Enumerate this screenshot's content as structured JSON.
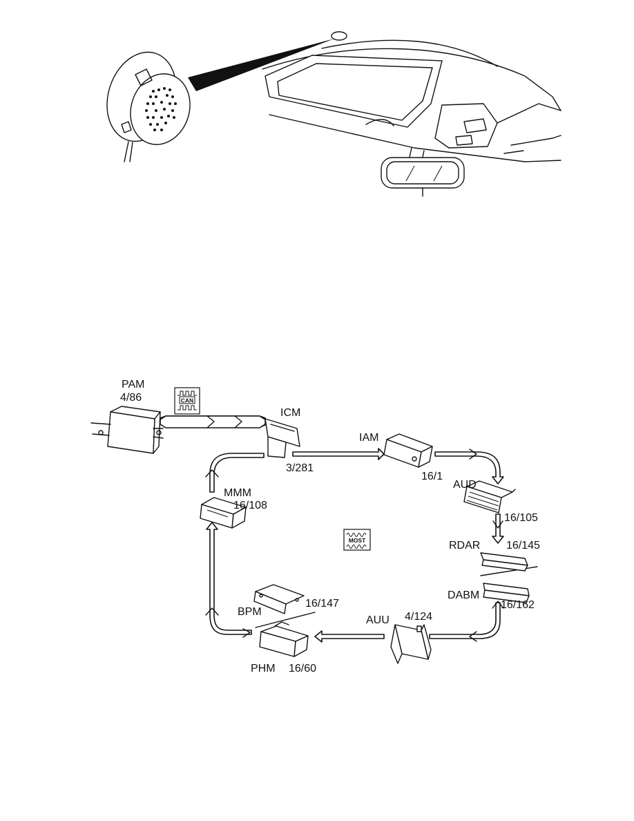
{
  "figure_top": {
    "description_icon": "microphone-icon"
  },
  "figure_bottom": {
    "can_symbol": {
      "text": "CAN"
    },
    "most_symbol": {
      "text": "MOST"
    },
    "modules": {
      "pam": {
        "name": "PAM",
        "code": "4/86"
      },
      "icm": {
        "name": "ICM",
        "code": "3/281"
      },
      "iam": {
        "name": "IAM",
        "code": "16/1"
      },
      "aud": {
        "name": "AUD",
        "code": "16/105"
      },
      "rdar": {
        "name": "RDAR",
        "code": "16/145"
      },
      "dabm": {
        "name": "DABM",
        "code": "16/162"
      },
      "auu": {
        "name": "AUU",
        "code": "4/124"
      },
      "phm": {
        "name": "PHM",
        "code": "16/60"
      },
      "bpm": {
        "name": "BPM",
        "code": "16/147"
      },
      "mmm": {
        "name": "MMM",
        "code": "16/108"
      }
    }
  }
}
